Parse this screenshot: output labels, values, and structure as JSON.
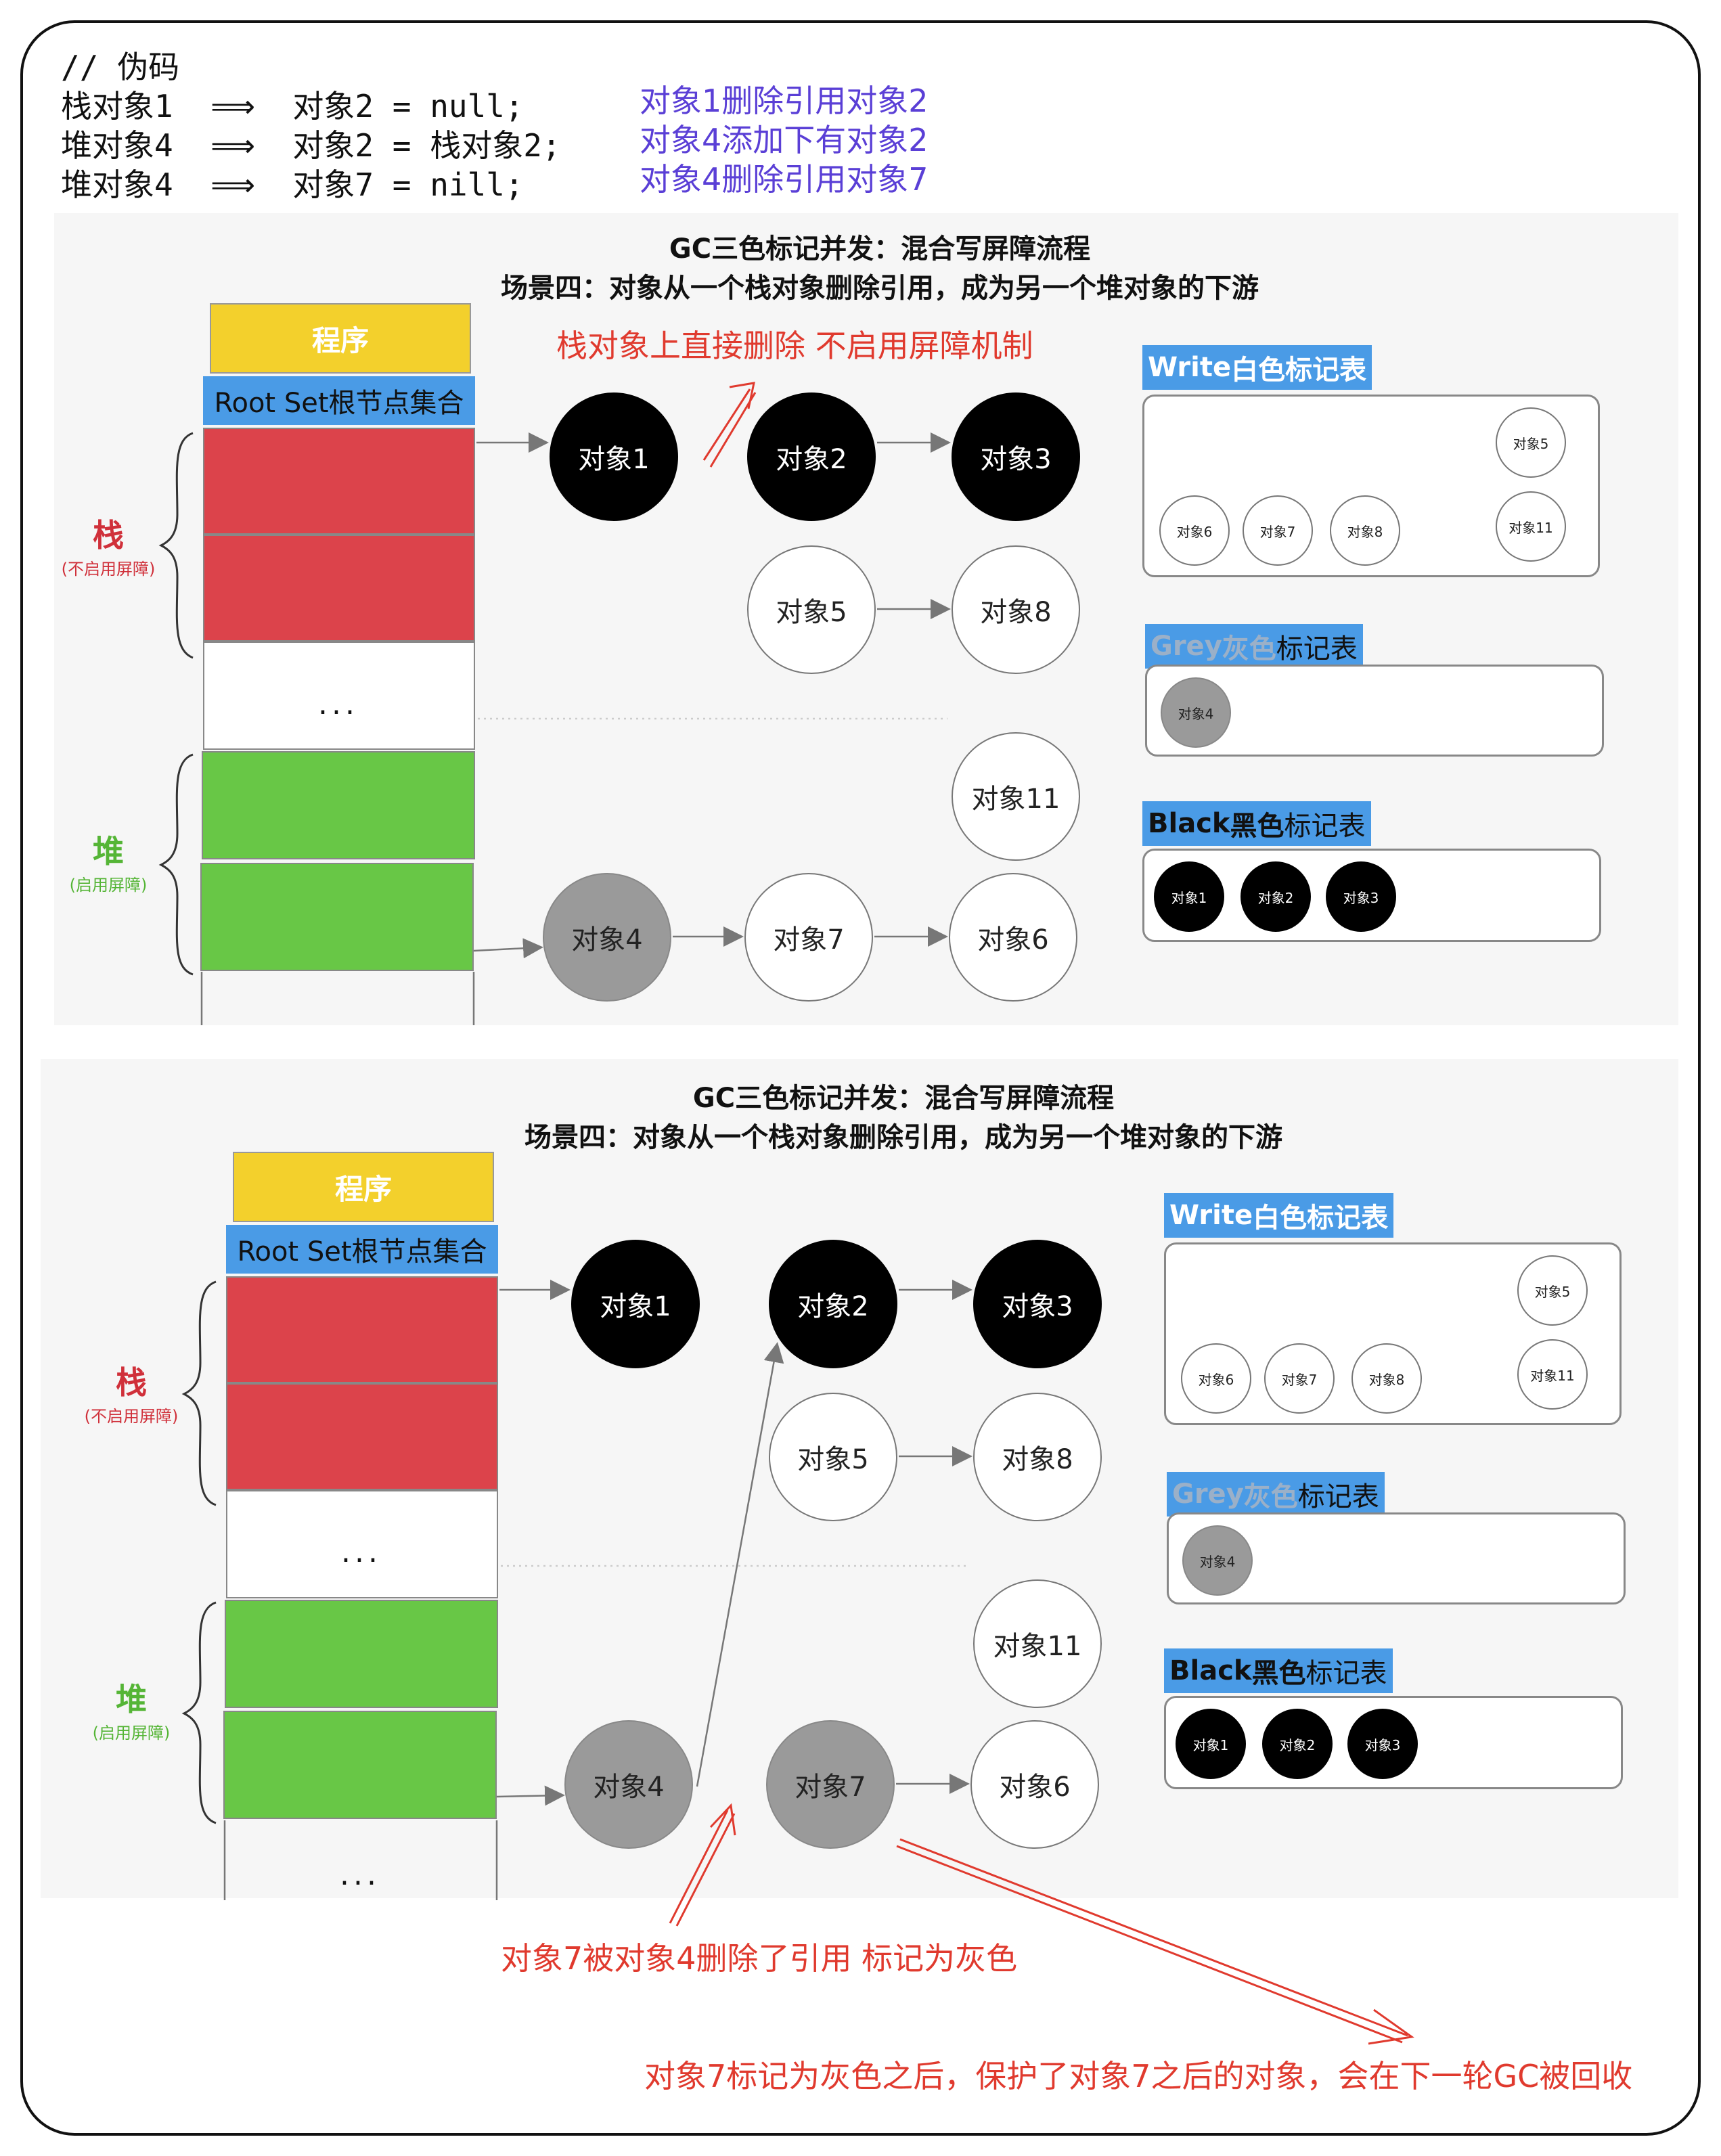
{
  "code": {
    "comment": "// 伪码",
    "lines": [
      "栈对象1  ⟹  对象2 = null;",
      "堆对象4  ⟹  对象2 = 栈对象2;",
      "堆对象4  ⟹  对象7 = nill;"
    ],
    "notes": [
      "对象1删除引用对象2",
      "对象4添加下有对象2",
      "对象4删除引用对象7"
    ]
  },
  "panel1": {
    "title1": "GC三色标记并发：混合写屏障流程",
    "title2": "场景四：对象从一个栈对象删除引用，成为另一个堆对象的下游",
    "program": "程序",
    "rootset": "Root Set根节点集合",
    "dots": "...",
    "stack_label": "栈",
    "stack_sub": "(不启用屏障)",
    "heap_label": "堆",
    "heap_sub": "(启用屏障)",
    "annotation": "栈对象上直接删除    不启用屏障机制",
    "nodes": {
      "o1": "对象1",
      "o2": "对象2",
      "o3": "对象3",
      "o5": "对象5",
      "o8": "对象8",
      "o11": "对象11",
      "o4": "对象4",
      "o7": "对象7",
      "o6": "对象6"
    },
    "white_table": {
      "head_a": "Write ",
      "head_b": "白色",
      "head_c": "标记表",
      "items": [
        "对象5",
        "对象6",
        "对象7",
        "对象8",
        "对象11"
      ]
    },
    "grey_table": {
      "head_a": "Grey ",
      "head_b": "灰色",
      "head_c": "标记表",
      "items": [
        "对象4"
      ]
    },
    "black_table": {
      "head_a": "Black ",
      "head_b": "黑色",
      "head_c": "标记表",
      "items": [
        "对象1",
        "对象2",
        "对象3"
      ]
    }
  },
  "panel2": {
    "title1": "GC三色标记并发：混合写屏障流程",
    "title2": "场景四：对象从一个栈对象删除引用，成为另一个堆对象的下游",
    "program": "程序",
    "rootset": "Root Set根节点集合",
    "dots": "...",
    "dots2": "...",
    "stack_label": "栈",
    "stack_sub": "(不启用屏障)",
    "heap_label": "堆",
    "heap_sub": "(启用屏障)",
    "annotation": "对象7被对象4删除了引用    标记为灰色",
    "annotation2": "对象7标记为灰色之后，保护了对象7之后的对象，会在下一轮GC被回收",
    "nodes": {
      "o1": "对象1",
      "o2": "对象2",
      "o3": "对象3",
      "o5": "对象5",
      "o8": "对象8",
      "o11": "对象11",
      "o4": "对象4",
      "o7": "对象7",
      "o6": "对象6"
    },
    "white_table": {
      "head_a": "Write ",
      "head_b": "白色",
      "head_c": "标记表",
      "items": [
        "对象5",
        "对象6",
        "对象7",
        "对象8",
        "对象11"
      ]
    },
    "grey_table": {
      "head_a": "Grey ",
      "head_b": "灰色",
      "head_c": "标记表",
      "items": [
        "对象4"
      ]
    },
    "black_table": {
      "head_a": "Black ",
      "head_b": "黑色",
      "head_c": "标记表",
      "items": [
        "对象1",
        "对象2",
        "对象3"
      ]
    }
  }
}
